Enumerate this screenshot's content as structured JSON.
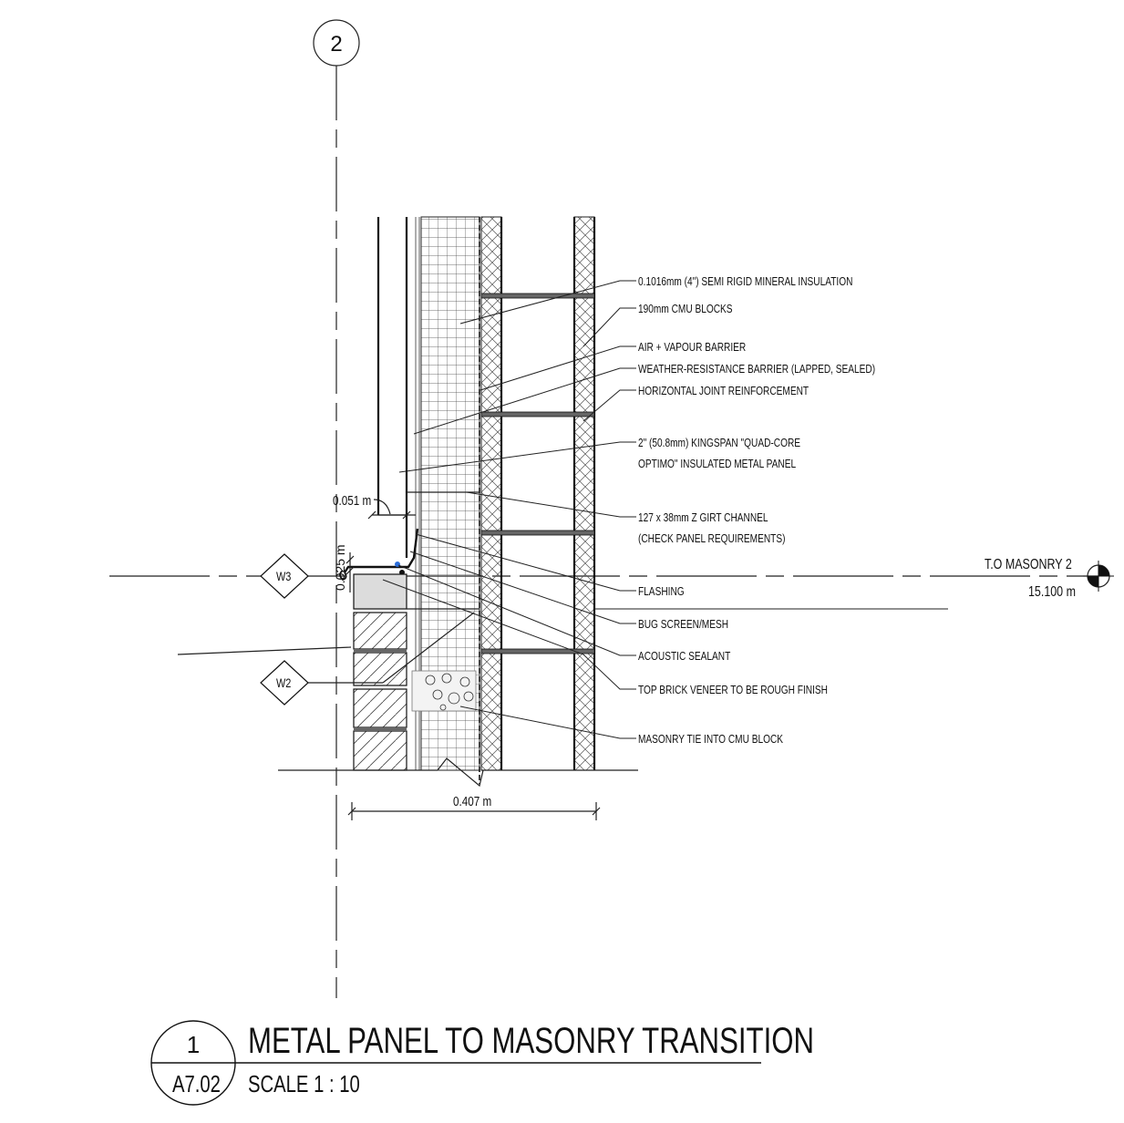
{
  "grid": {
    "bubble": "2"
  },
  "level": {
    "name": "T.O MASONRY 2",
    "elevation": "15.100 m"
  },
  "tags": {
    "w3": "W3",
    "w2": "W2"
  },
  "dimensions": {
    "gap": "0.051 m",
    "flashing_offset": "0.025 m",
    "overall_width": "0.407 m"
  },
  "notes": [
    "0.1016mm (4\") SEMI RIGID MINERAL INSULATION",
    "190mm CMU BLOCKS",
    "AIR + VAPOUR BARRIER",
    "WEATHER-RESISTANCE BARRIER (LAPPED, SEALED)",
    "HORIZONTAL JOINT REINFORCEMENT",
    "2\"  (50.8mm) KINGSPAN \"QUAD-CORE",
    "OPTIMO\" INSULATED METAL PANEL",
    "127 x 38mm Z GIRT CHANNEL",
    "(CHECK PANEL REQUIREMENTS)",
    "FLASHING",
    "BUG SCREEN/MESH",
    "ACOUSTIC SEALANT",
    "TOP BRICK VENEER TO BE ROUGH FINISH",
    "MASONRY TIE INTO CMU BLOCK"
  ],
  "title_block": {
    "detail_number": "1",
    "sheet_number": "A7.02",
    "title": "METAL PANEL TO MASONRY TRANSITION",
    "scale": "SCALE   1 : 10"
  }
}
